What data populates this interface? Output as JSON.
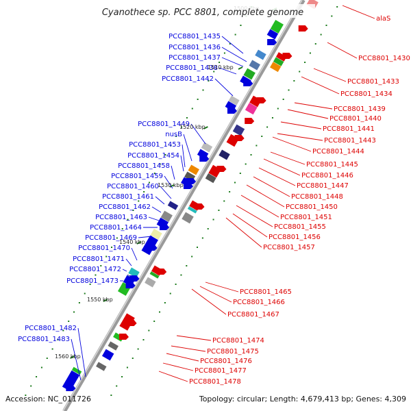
{
  "title": "Cyanothece sp. PCC 8801, complete genome",
  "footer": {
    "accession": "Accession: NC_011726",
    "topology": "Topology: circular; Length: 4,679,413 bp; Genes: 4,309"
  },
  "kbp_labels": [
    "1500 kbp",
    "1510 kbp",
    "1520 kbp",
    "1530 kbp",
    "1540 kbp",
    "1550 kbp",
    "1560 kbp"
  ],
  "colors": {
    "forward_strand": "#0000dd",
    "reverse_strand": "#dd0000",
    "backbone": "#888888",
    "ticks": "#1a7a1a"
  },
  "forward_labels": [
    "PCC8801_1435",
    "PCC8801_1436",
    "PCC8801_1437",
    "PCC8801_1438",
    "PCC8801_1442",
    "PCC8801_1449",
    "nusB",
    "PCC8801_1453",
    "PCC8801_1454",
    "PCC8801_1458",
    "PCC8801_1459",
    "PCC8801_1460",
    "PCC8801_1461",
    "PCC8801_1462",
    "PCC8801_1463",
    "PCC8801_1464",
    "PCC8801_1469",
    "PCC8801_1470",
    "PCC8801_1471",
    "PCC8801_1472",
    "PCC8801_1473",
    "PCC8801_1482",
    "PCC8801_1483"
  ],
  "reverse_labels": [
    "alaS",
    "PCC8801_1430",
    "PCC8801_1433",
    "PCC8801_1434",
    "PCC8801_1439",
    "PCC8801_1440",
    "PCC8801_1441",
    "PCC8801_1443",
    "PCC8801_1444",
    "PCC8801_1445",
    "PCC8801_1446",
    "PCC8801_1447",
    "PCC8801_1448",
    "PCC8801_1450",
    "PCC8801_1451",
    "PCC8801_1455",
    "PCC8801_1456",
    "PCC8801_1457",
    "PCC8801_1465",
    "PCC8801_1466",
    "PCC8801_1467",
    "PCC8801_1474",
    "PCC8801_1475",
    "PCC8801_1476",
    "PCC8801_1477",
    "PCC8801_1478"
  ]
}
